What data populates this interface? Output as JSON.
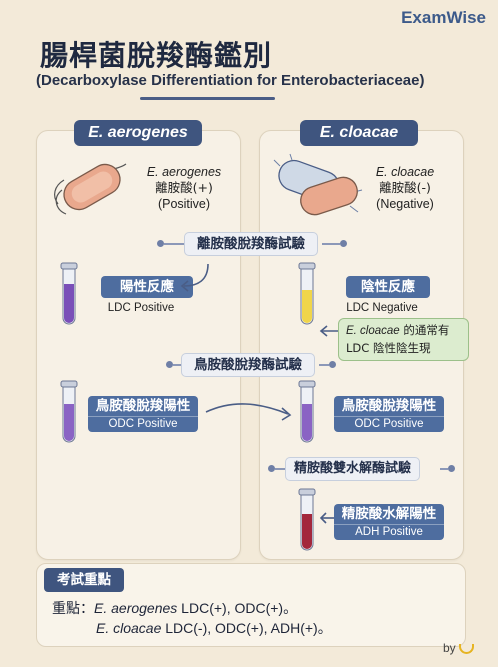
{
  "brand": "ExamWise",
  "title": "腸桿菌脫羧酶鑑別",
  "subtitle": "(Decarboxylase Differentiation for Enterobacteriaceae)",
  "left": {
    "header": "E. aerogenes",
    "species": "E. aerogenes",
    "reaction": "離胺酸(+)",
    "status": "(Positive)"
  },
  "right": {
    "header": "E. cloacae",
    "species": "E. cloacae",
    "reaction": "離胺酸(-)",
    "status": "(Negative)"
  },
  "tests": {
    "ldc": "離胺酸脫羧酶試驗",
    "odc": "鳥胺酸脫羧酶試驗",
    "adh": "精胺酸雙水解酶試驗"
  },
  "results": {
    "left_ldc_zh": "陽性反應",
    "left_ldc_en": "LDC Positive",
    "right_ldc_zh": "陰性反應",
    "right_ldc_en": "LDC Negative",
    "note_species": "E. cloacae",
    "note_rest1": " 的通常有",
    "note_line2": "LDC 陰性陰生現",
    "left_odc_zh": "鳥胺酸脫羧陽性",
    "left_odc_en": "ODC Positive",
    "right_odc_zh": "鳥胺酸脫羧陽性",
    "right_odc_en": "ODC Positive",
    "right_adh_zh": "精胺酸水解陽性",
    "right_adh_en": "ADH Positive"
  },
  "summary": {
    "heading": "考試重點",
    "prefix": "重點：",
    "line1_species": "E. aerogenes",
    "line1_rest": " LDC(+), ODC(+)",
    "line1_end": "。",
    "line2_species": "E. cloacae",
    "line2_rest": " LDC(-), ODC(+), ADH(+)",
    "line2_end": "。"
  },
  "byline": "by",
  "colors": {
    "navy": "#3f557f",
    "result_blue": "#4e6d9f",
    "purple_positive": "#7a4fb8",
    "yellow_negative": "#f0d54a",
    "red_adh": "#a3283c",
    "note_green": "#dceccf"
  }
}
